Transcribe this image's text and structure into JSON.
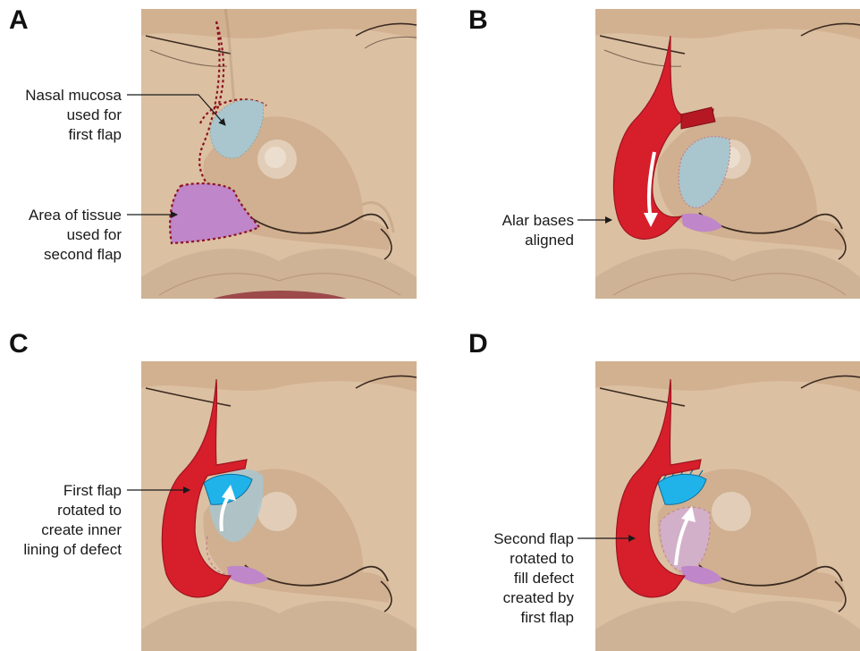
{
  "panels": {
    "a": {
      "letter": "A",
      "callouts": [
        {
          "lines": [
            "Nasal mucosa",
            "used for",
            "first flap"
          ]
        },
        {
          "lines": [
            "Area of tissue",
            "used for",
            "second flap"
          ]
        }
      ]
    },
    "b": {
      "letter": "B",
      "callouts": [
        {
          "lines": [
            "Alar bases",
            "aligned"
          ]
        }
      ]
    },
    "c": {
      "letter": "C",
      "callouts": [
        {
          "lines": [
            "First flap",
            "rotated to",
            "create inner",
            "lining of defect"
          ]
        }
      ]
    },
    "d": {
      "letter": "D",
      "callouts": [
        {
          "lines": [
            "Second flap",
            "rotated to",
            "fill defect",
            "created by",
            "first flap"
          ]
        }
      ]
    }
  },
  "colors": {
    "skin": "#dcc0a2",
    "skin_shadow": "#c6a484",
    "skin_dark": "#a8866a",
    "outline": "#3a2a20",
    "lip": "#d3b79c",
    "mucosa": "#a9c6cf",
    "second_flap_tissue": "#bf86c9",
    "flap_red": "#d61f2b",
    "flap_red_dark": "#9e1420",
    "cut_line": "#8d1321",
    "lining_blue": "#1fb3ea",
    "arrow": "#ffffff"
  }
}
